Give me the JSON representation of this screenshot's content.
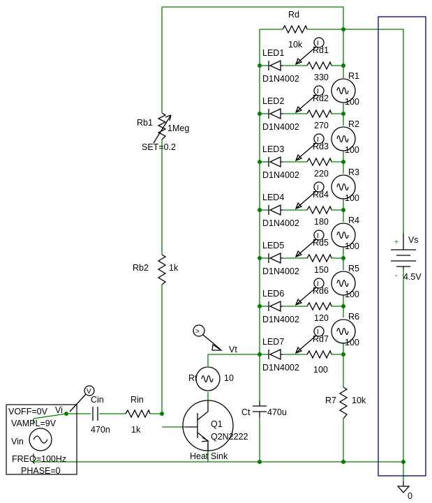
{
  "components": {
    "rd": {
      "ref": "Rd",
      "value": "10k"
    },
    "rb1": {
      "ref": "Rb1",
      "value": "1Meg",
      "set": "SET=0.2"
    },
    "rb2": {
      "ref": "Rb2",
      "value": "1k"
    },
    "vs": {
      "ref": "Vs",
      "value": "4.5V",
      "plus": "+",
      "minus": "-"
    },
    "rt": {
      "ref": "Rt",
      "value": "10"
    },
    "vt": {
      "ref": "Vt"
    },
    "ct": {
      "ref": "Ct",
      "value": "470u"
    },
    "r7": {
      "ref": "R7",
      "value": "10k"
    },
    "cin": {
      "ref": "Cin",
      "value": "470n"
    },
    "rin": {
      "ref": "Rin",
      "value": "1k"
    },
    "q1": {
      "ref": "Q1",
      "model": "Q2N2222",
      "extra": "Heat Sink"
    },
    "vin": {
      "ref": "Vin",
      "voff": "VOFF=0V",
      "vampl": "VAMPL=9V",
      "freq": "FREQ=100Hz",
      "phase": "PHASE=0",
      "node": "Vi"
    },
    "ground": {
      "label": "0"
    }
  },
  "ladder": [
    {
      "led": "LED1",
      "diode": "D1N4002",
      "rd": "Rd1",
      "rd_value": "330",
      "lamp": "R1",
      "lamp_value": "100"
    },
    {
      "led": "LED2",
      "diode": "D1N4002",
      "rd": "Rd2",
      "rd_value": "270",
      "lamp": "R2",
      "lamp_value": "100"
    },
    {
      "led": "LED3",
      "diode": "D1N4002",
      "rd": "Rd3",
      "rd_value": "220",
      "lamp": "R3",
      "lamp_value": "100"
    },
    {
      "led": "LED4",
      "diode": "D1N4002",
      "rd": "Rd4",
      "rd_value": "180",
      "lamp": "R4",
      "lamp_value": "100"
    },
    {
      "led": "LED5",
      "diode": "D1N4002",
      "rd": "Rd5",
      "rd_value": "150",
      "lamp": "R5",
      "lamp_value": "100"
    },
    {
      "led": "LED6",
      "diode": "D1N4002",
      "rd": "Rd6",
      "rd_value": "120",
      "lamp": "R6",
      "lamp_value": "100"
    },
    {
      "led": "LED7",
      "diode": "D1N4002",
      "rd": "Rd7",
      "rd_value": "100",
      "lamp": null,
      "lamp_value": null
    }
  ],
  "markers": {
    "current": "I",
    "voltage": "V",
    "probe": ">"
  },
  "colors": {
    "wire": "#008000",
    "part": "#000000",
    "dot": "#008000",
    "background": "#ffffff"
  }
}
